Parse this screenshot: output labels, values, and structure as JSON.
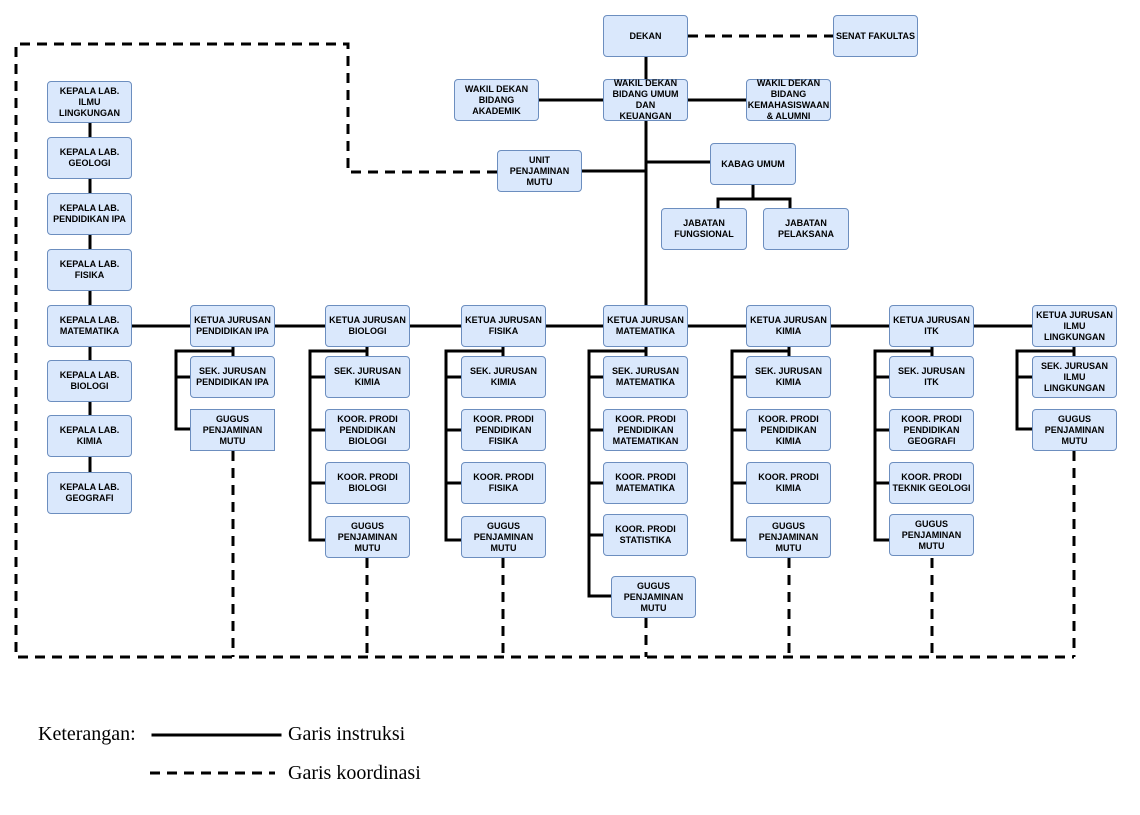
{
  "nodes": {
    "dekan": "DEKAN",
    "senat": "SENAT FAKULTAS",
    "wd_akademik": "WAKIL DEKAN\nBIDANG AKADEMIK",
    "wd_umum": "WAKIL DEKAN\nBIDANG UMUM DAN\nKEUANGAN",
    "wd_kemahasiswaan": "WAKIL DEKAN\nBIDANG\nKEMAHASISWAAN\n& ALUMNI",
    "unit_pm": "UNIT PENJAMINAN\nMUTU",
    "kabag_umum": "KABAG UMUM",
    "jab_fungsional": "JABATAN\nFUNGSIONAL",
    "jab_pelaksana": "JABATAN\nPELAKSANA",
    "lab_ilmu_lingkungan": "KEPALA LAB. ILMU\nLINGKUNGAN",
    "lab_geologi": "KEPALA LAB.\nGEOLOGI",
    "lab_pend_ipa": "KEPALA LAB.\nPENDIDIKAN IPA",
    "lab_fisika": "KEPALA LAB.\nFISIKA",
    "lab_matematika": "KEPALA LAB.\nMATEMATIKA",
    "lab_biologi": "KEPALA LAB.\nBIOLOGI",
    "lab_kimia": "KEPALA LAB. KIMIA",
    "lab_geografi": "KEPALA LAB.\nGEOGRAFI",
    "kj_pend_ipa": "KETUA JURUSAN\nPENDIDIKAN IPA",
    "sek_pend_ipa": "SEK. JURUSAN\nPENDIDIKAN IPA",
    "gpm_pend_ipa": "GUGUS\nPENJAMINAN MUTU",
    "kj_biologi": "KETUA JURUSAN\nBIOLOGI",
    "sek_biologi": "SEK. JURUSAN\nKIMIA",
    "kp_pend_biologi": "KOOR. PRODI\nPENDIDIKAN\nBIOLOGI",
    "kp_biologi": "KOOR. PRODI\nBIOLOGI",
    "gpm_biologi": "GUGUS\nPENJAMINAN MUTU",
    "kj_fisika": "KETUA JURUSAN\nFISIKA",
    "sek_fisika": "SEK. JURUSAN\nKIMIA",
    "kp_pend_fisika": "KOOR. PRODI\nPENDIDIKAN FISIKA",
    "kp_fisika": "KOOR. PRODI\nFISIKA",
    "gpm_fisika": "GUGUS\nPENJAMINAN MUTU",
    "kj_matematika": "KETUA JURUSAN\nMATEMATIKA",
    "sek_matematika": "SEK. JURUSAN\nMATEMATIKA",
    "kp_pend_matematika": "KOOR. PRODI\nPENDIDIKAN\nMATEMATIKAN",
    "kp_matematika": "KOOR. PRODI\nMATEMATIKA",
    "kp_statistika": "KOOR. PRODI\nSTATISTIKA",
    "gpm_matematika": "GUGUS\nPENJAMINAN MUTU",
    "kj_kimia": "KETUA JURUSAN\nKIMIA",
    "sek_kimia": "SEK. JURUSAN\nKIMIA",
    "kp_pend_kimia": "KOOR. PRODI\nPENDIDIKAN KIMIA",
    "kp_kimia": "KOOR. PRODI KIMIA",
    "gpm_kimia": "GUGUS\nPENJAMINAN MUTU",
    "kj_itk": "KETUA JURUSAN\nITK",
    "sek_itk": "SEK. JURUSAN ITK",
    "kp_pend_geografi": "KOOR. PRODI\nPENDIDIKAN\nGEOGRAFI",
    "kp_teknik_geologi": "KOOR. PRODI\nTEKNIK GEOLOGI",
    "gpm_itk": "GUGUS\nPENJAMINAN MUTU",
    "kj_ilmu_lingkungan": "KETUA JURUSAN\nILMU LINGKUNGAN",
    "sek_ilmu_lingkungan": "SEK. JURUSAN\nILMU LINGKUNGAN",
    "gpm_ilmu_lingkungan": "GUGUS\nPENJAMINAN MUTU"
  },
  "legend": {
    "title": "Keterangan:",
    "solid_label": "Garis instruksi",
    "dashed_label": "Garis koordinasi"
  }
}
